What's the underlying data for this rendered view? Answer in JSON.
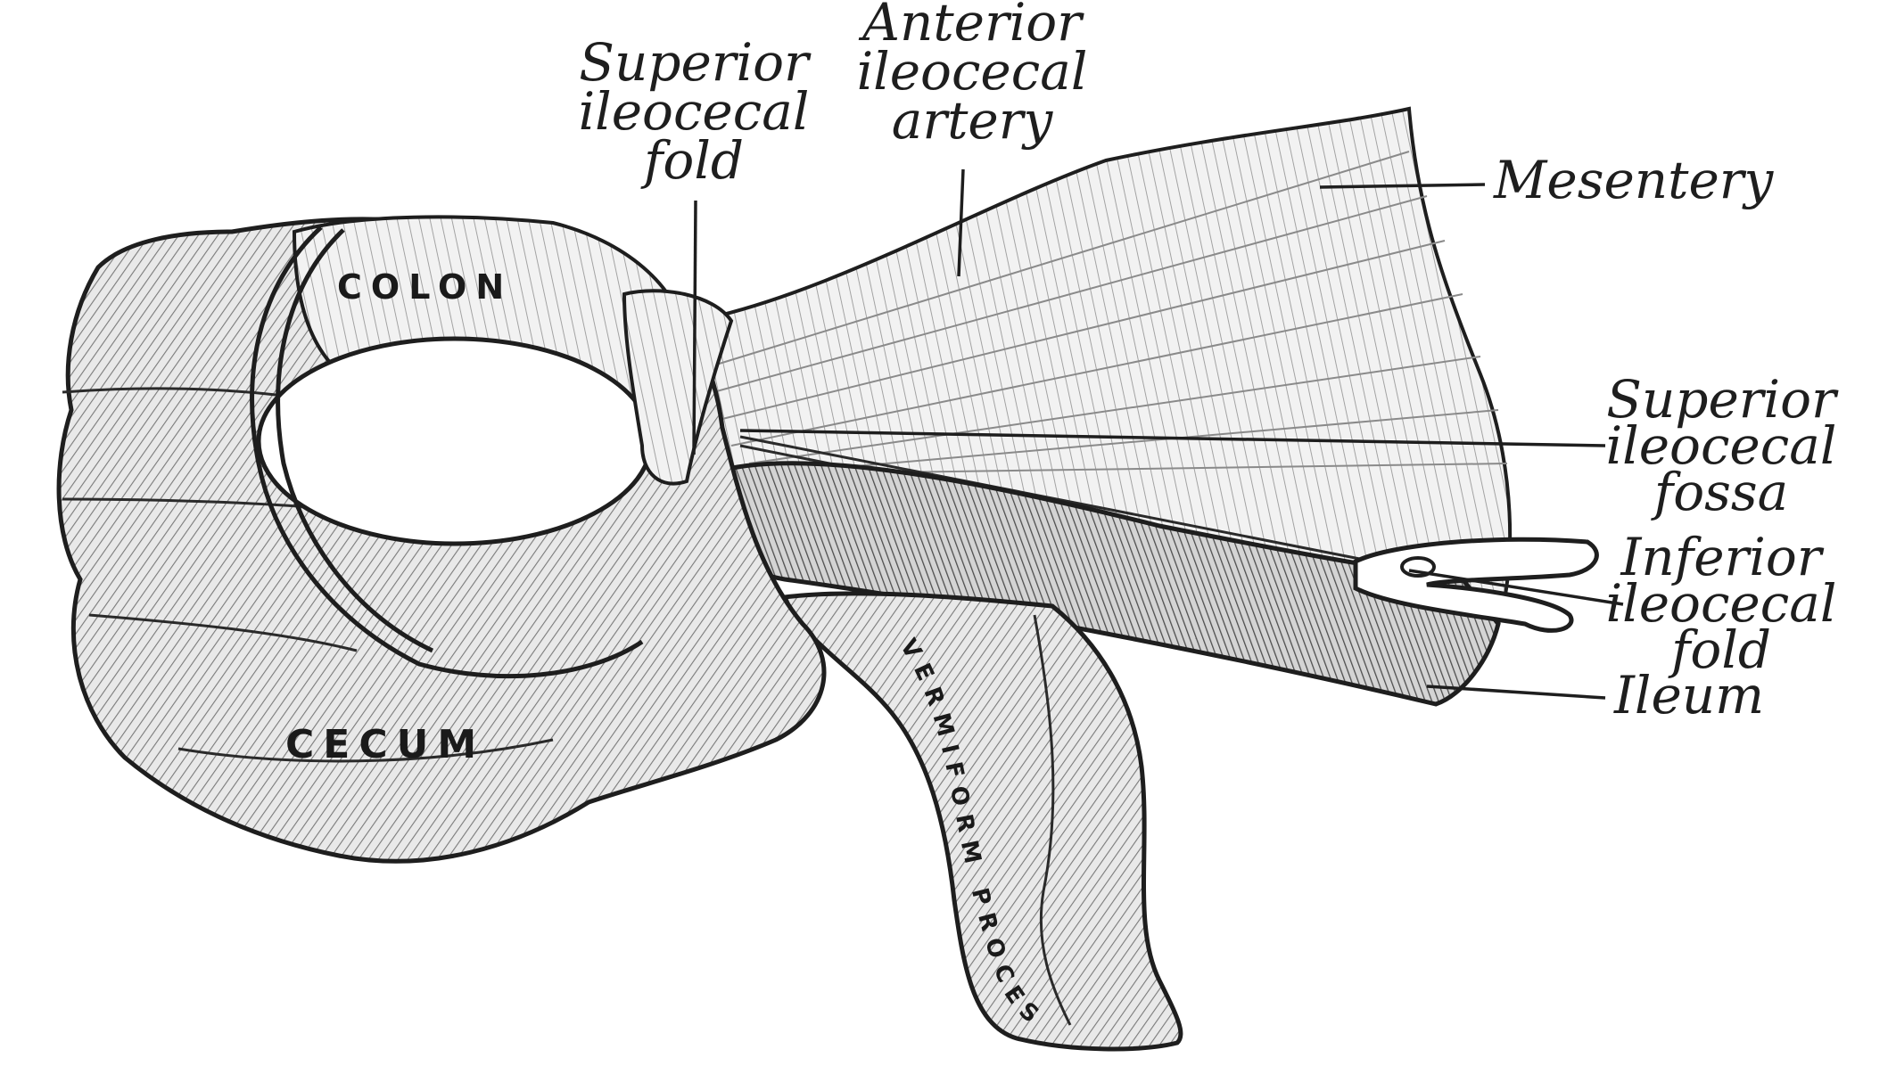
{
  "labels": {
    "anterior_ileocecal_artery": [
      "Anterior",
      "ileocecal",
      "artery"
    ],
    "superior_ileocecal_fold": [
      "Superior",
      "ileocecal",
      "fold"
    ],
    "mesentery": "Mesentery",
    "superior_ileocecal_fossa": [
      "Superior",
      "ileocecal",
      "fossa"
    ],
    "inferior_ileocecal_fold": [
      "Inferior",
      "ileocecal",
      "fold"
    ],
    "ileum": "Ileum"
  },
  "organs": {
    "colon": "COLON",
    "cecum": "CECUM",
    "vermiform_process": "VERMIFORM PROCESS"
  }
}
